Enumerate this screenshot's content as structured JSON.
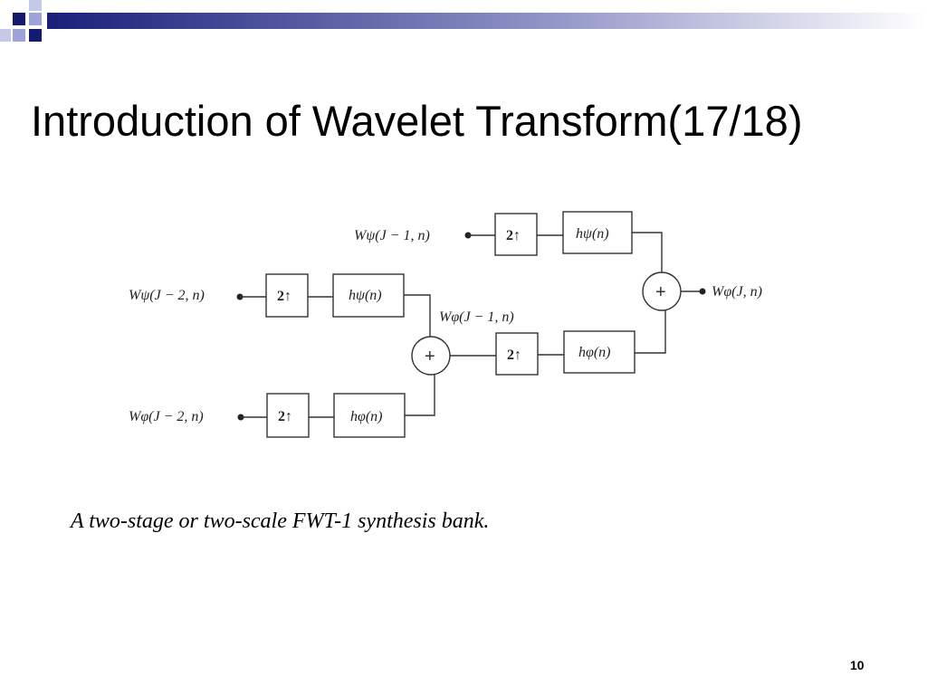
{
  "slide": {
    "title": "Introduction of Wavelet Transform(17/18)",
    "caption": "A two-stage or two-scale FWT-1 synthesis bank.",
    "page_number": "10"
  },
  "decoration": {
    "gradient_start": "#1a1f7a",
    "gradient_end": "#ffffff",
    "square_dark": "#141a6e",
    "square_light": "#9da3d6"
  },
  "diagram": {
    "inputs": {
      "w_psi_j1": "Wψ(J − 1, n)",
      "w_psi_j2": "Wψ(J − 2, n)",
      "w_phi_j2": "Wφ(J − 2, n)"
    },
    "intermediate": "Wφ(J − 1, n)",
    "output": "Wφ(J, n)",
    "upsampler": "2↑",
    "filters": {
      "h_psi": "hψ(n)",
      "h_phi": "hφ(n)"
    },
    "adder": "+"
  }
}
